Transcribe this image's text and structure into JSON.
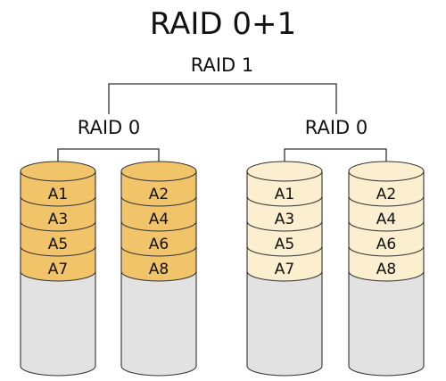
{
  "title": "RAID 0+1",
  "mirror_label": "RAID 1",
  "stripe_groups": [
    {
      "label": "RAID 0",
      "color": "#f2c46a",
      "disks": [
        {
          "blocks": [
            "A1",
            "A3",
            "A5",
            "A7"
          ]
        },
        {
          "blocks": [
            "A2",
            "A4",
            "A6",
            "A8"
          ]
        }
      ]
    },
    {
      "label": "RAID 0",
      "color": "#fcefcf",
      "disks": [
        {
          "blocks": [
            "A1",
            "A3",
            "A5",
            "A7"
          ]
        },
        {
          "blocks": [
            "A2",
            "A4",
            "A6",
            "A8"
          ]
        }
      ]
    }
  ],
  "empty_color": "#e2e2e2",
  "line_color": "#333333"
}
